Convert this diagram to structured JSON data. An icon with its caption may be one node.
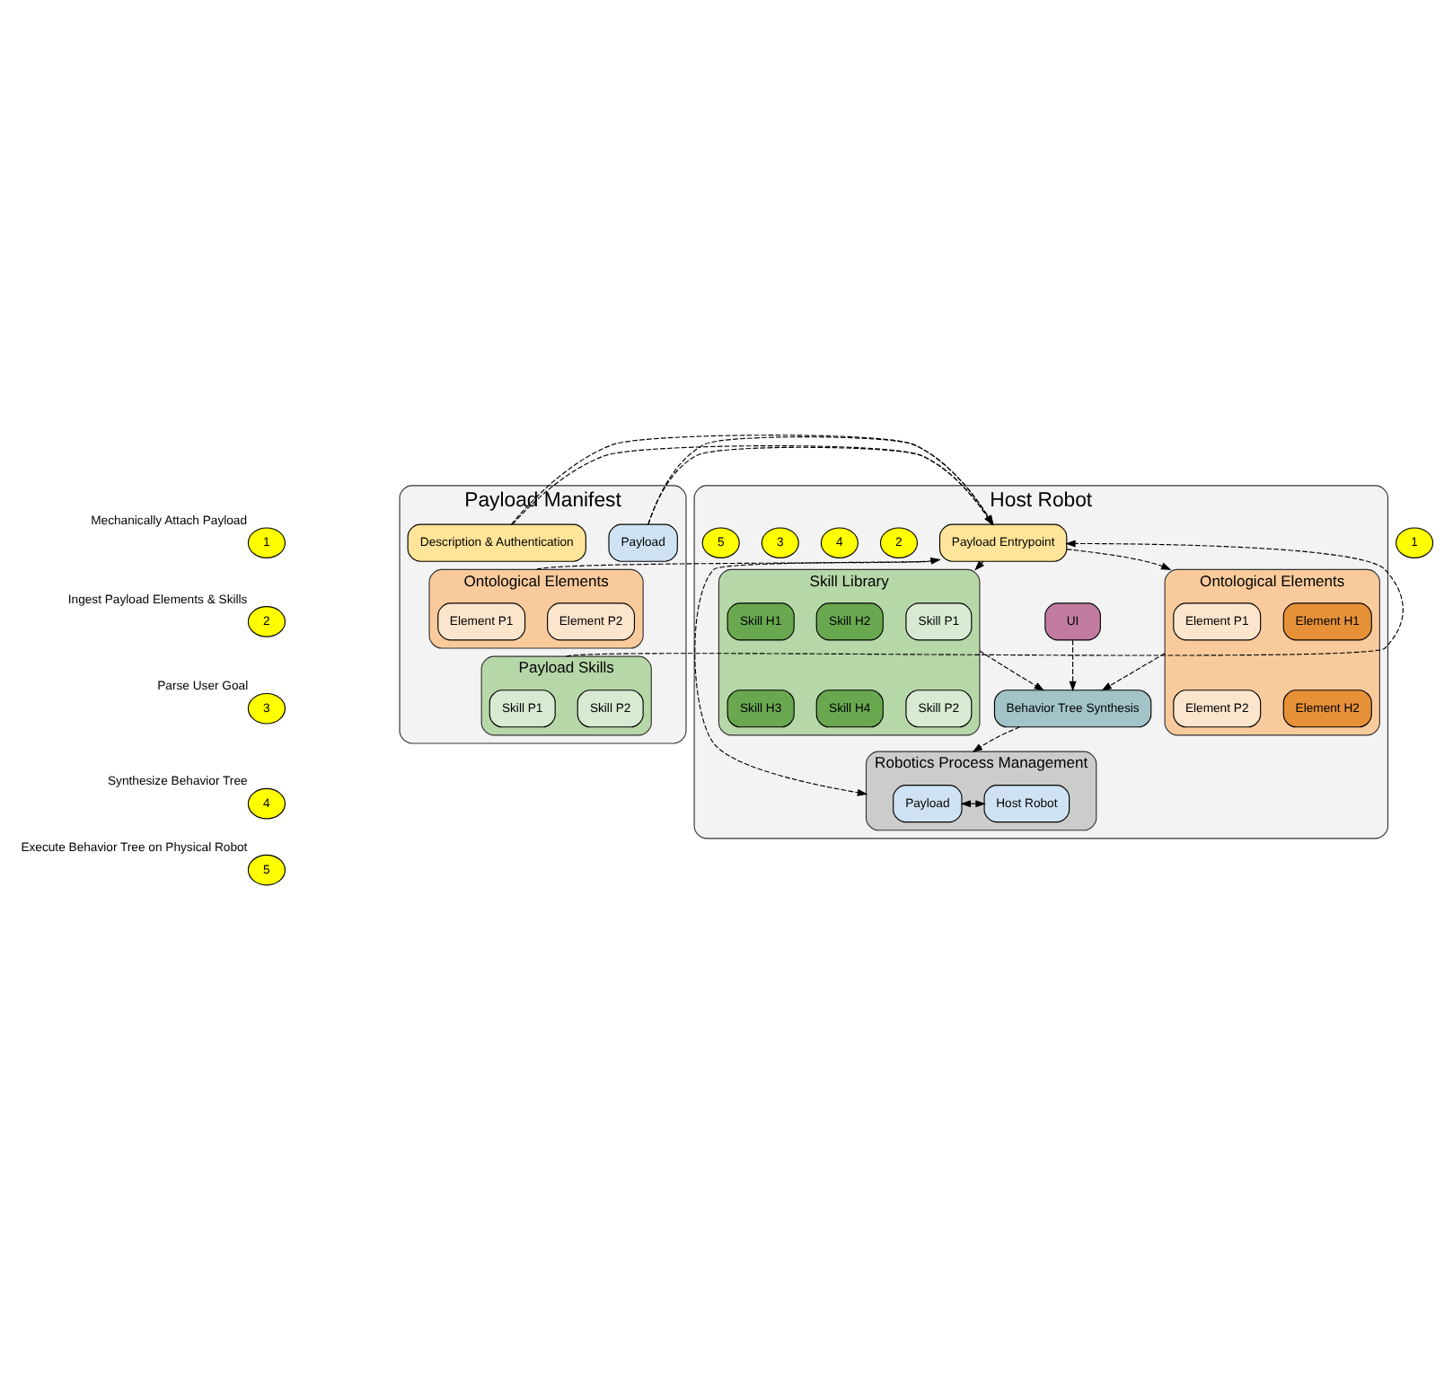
{
  "diagram": {
    "nodes": [
      {
        "text": [
          "Payload Manifest"
        ]
      },
      {
        "text": [
          "Description & Authentication"
        ],
        "in": 0
      },
      {
        "text": [
          "Ontological Elements"
        ],
        "in": 0
      },
      {
        "text": [
          "Element P1"
        ],
        "in": 2
      },
      {
        "text": [
          "Element P2"
        ],
        "in": 2
      },
      {
        "text": [
          "Payload Skills"
        ],
        "in": 0
      },
      {
        "text": [
          "Skill P1"
        ],
        "in": 5
      },
      {
        "text": [
          "Skill P2"
        ],
        "in": 5
      },
      {
        "text": [
          "Payload"
        ],
        "in": 0
      },
      {
        "text": [
          "Host Robot"
        ]
      },
      {
        "text": [
          "Payload Entrypoint"
        ],
        "in": 9
      },
      {
        "text": [
          "Skill Library"
        ],
        "in": 9
      },
      {
        "text": [
          "Skill P1"
        ],
        "in": 11
      },
      {
        "text": [
          "Skill H1"
        ],
        "in": 11
      },
      {
        "text": [
          "Skill H2"
        ],
        "in": 11
      },
      {
        "text": [
          "Skill P2"
        ],
        "in": 11
      },
      {
        "text": [
          "Skill H3"
        ],
        "in": 11
      },
      {
        "text": [
          "Skill H4"
        ],
        "in": 11
      },
      {
        "text": [
          "Ontological Elements"
        ],
        "in": 9
      },
      {
        "text": [
          "Element P1"
        ],
        "in": 18
      },
      {
        "text": [
          "Element H1"
        ],
        "in": 18
      },
      {
        "text": [
          "Element P2"
        ],
        "in": 18
      },
      {
        "text": [
          "Element H2"
        ],
        "in": 18
      },
      {
        "text": [
          "Behavior Tree Synthesis"
        ],
        "in": 9
      },
      {
        "text": [
          "UI"
        ],
        "in": 9
      },
      {
        "text": [
          "Robotics Process Management"
        ],
        "in": 9
      },
      {
        "text": [
          "Payload"
        ],
        "in": 25
      },
      {
        "text": [
          "Host Robot"
        ],
        "in": 25
      },
      {
        "text": [
          "1"
        ]
      },
      {
        "text": [
          "2"
        ],
        "in": 9
      },
      {
        "text": [
          "4"
        ],
        "in": 9
      },
      {
        "text": [
          "3"
        ],
        "in": 9
      },
      {
        "text": [
          "5"
        ],
        "in": 9
      },
      {
        "text": [
          "1"
        ],
        "beside": [
          "Mechanically Attach Payload"
        ]
      },
      {
        "text": [
          "2"
        ],
        "beside": [
          "Ingest Payload Elements & Skills"
        ]
      },
      {
        "text": [
          "3"
        ],
        "beside": [
          "Parse User Goal"
        ]
      },
      {
        "text": [
          "4"
        ],
        "beside": [
          "Synthesize Behavior Tree"
        ]
      },
      {
        "text": [
          "5"
        ],
        "beside": [
          "Execute Behavior Tree on Physical Robot"
        ]
      }
    ],
    "edges": [
      {
        "from": 1,
        "to": 10,
        "arrow": "to",
        "style": "dashed"
      },
      {
        "from": 2,
        "to": 10,
        "arrow": "to",
        "style": "dashed"
      },
      {
        "from": 5,
        "to": 10,
        "arrow": "to",
        "style": "dashed"
      },
      {
        "from": 8,
        "to": 10,
        "arrow": "to",
        "style": "dashed"
      },
      {
        "from": 10,
        "to": 11,
        "arrow": "to",
        "style": "dashed"
      },
      {
        "from": 10,
        "to": 18,
        "arrow": "to",
        "style": "dashed"
      },
      {
        "from": 10,
        "to": 25,
        "arrow": "to",
        "style": "dashed"
      },
      {
        "from": 11,
        "to": 23,
        "arrow": "to",
        "style": "dashed"
      },
      {
        "from": 18,
        "to": 23,
        "arrow": "to",
        "style": "dashed"
      },
      {
        "from": 24,
        "to": 23,
        "arrow": "to",
        "style": "dashed"
      },
      {
        "from": 23,
        "to": 25,
        "arrow": "to",
        "style": "dashed"
      },
      {
        "from": 26,
        "to": 27,
        "arrow": "both"
      }
    ]
  }
}
